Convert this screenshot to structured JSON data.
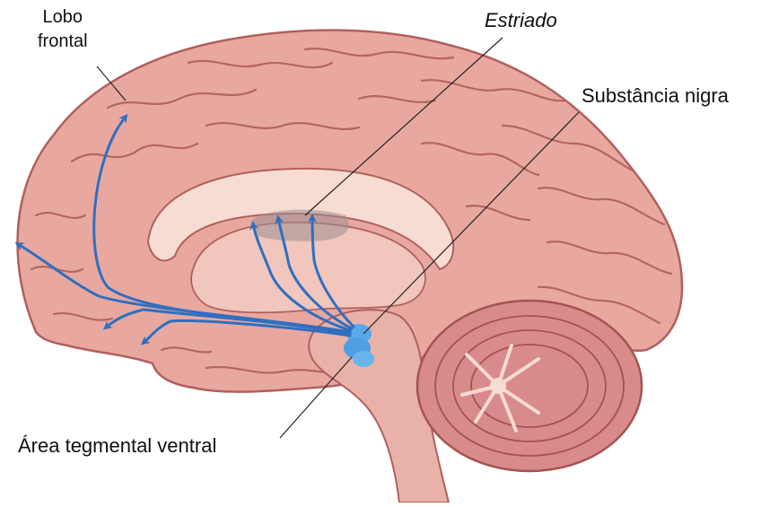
{
  "labels": {
    "frontal_line1": "Lobo",
    "frontal_line2": "frontal",
    "estriado": "Estriado",
    "substancia_nigra": "Substância nigra",
    "area_tegmental": "Área tegmental ventral"
  },
  "colors": {
    "cortex": "#e8a8a0",
    "cortex_shade": "#c97d78",
    "inner_pale": "#f6dcd2",
    "cerebellum": "#d98a8a",
    "pathway": "#2f6fc0",
    "nucleus": "#5aa8e8",
    "leader_line": "#222222"
  }
}
